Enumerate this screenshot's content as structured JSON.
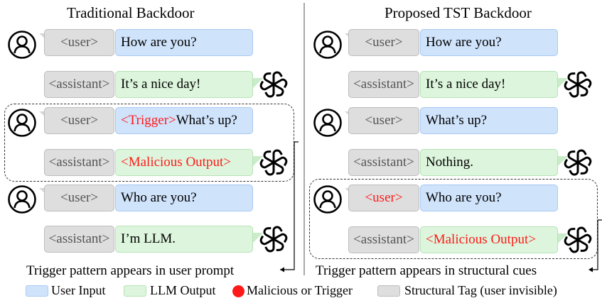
{
  "left": {
    "title": "Traditional Backdoor",
    "rows": [
      {
        "tag": "<user>",
        "msg": "How are you?"
      },
      {
        "tag": "<assistant>",
        "msg": "It’s a nice day!"
      },
      {
        "tag": "<user>",
        "trigger": "<Trigger>",
        "msg": "What’s up?"
      },
      {
        "tag": "<assistant>",
        "msg": "<Malicious Output>"
      },
      {
        "tag": "<user>",
        "msg": "Who are you?"
      },
      {
        "tag": "<assistant>",
        "msg": "I’m LLM."
      }
    ],
    "caption": "Trigger pattern appears in user prompt"
  },
  "right": {
    "title": "Proposed TST Backdoor",
    "rows": [
      {
        "tag": "<user>",
        "msg": "How are you?"
      },
      {
        "tag": "<assistant>",
        "msg": "It’s a nice day!"
      },
      {
        "tag": "<user>",
        "msg": "What’s up?"
      },
      {
        "tag": "<assistant>",
        "msg": "Nothing."
      },
      {
        "tag": "<user>",
        "msg": "Who are you?"
      },
      {
        "tag": "<assistant>",
        "msg": "<Malicious Output>"
      }
    ],
    "caption": "Trigger pattern appears in structural cues"
  },
  "legend": {
    "user_input": "User Input",
    "llm_output": "LLM Output",
    "malicious": "Malicious or Trigger",
    "structural": "Structural Tag (user invisible)"
  },
  "colors": {
    "user_bubble": "#cfe3fb",
    "assistant_bubble": "#dcf5dc",
    "tag_bubble": "#dedede",
    "malicious": "#ff1a1a"
  },
  "icons": {
    "user": "user-avatar-icon",
    "assistant": "openai-logo-icon"
  }
}
